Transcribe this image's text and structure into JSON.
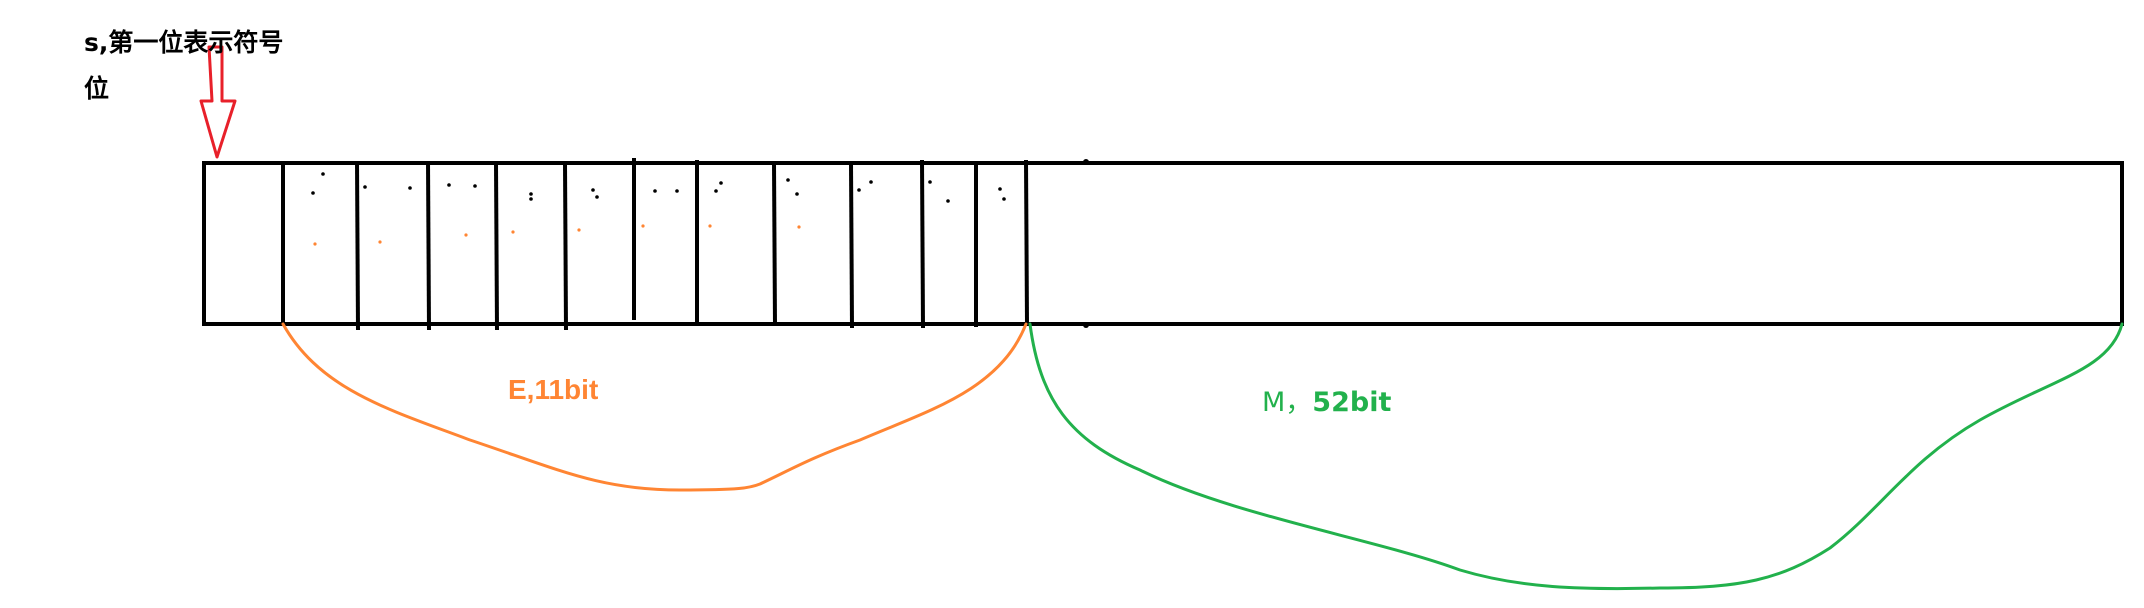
{
  "labels": {
    "sign": "s,第一位表示符号位",
    "exponent": "E,11bit",
    "mantissa_letter": "M，",
    "mantissa_bits": "52bit"
  },
  "colors": {
    "outline": "#000000",
    "arrow": "#e8202a",
    "exponent": "#ff8533",
    "mantissa": "#22b14c",
    "text": "#000000"
  },
  "layout_semantics": {
    "sign_bits": 1,
    "exponent_bits": 11,
    "mantissa_bits": 52
  }
}
